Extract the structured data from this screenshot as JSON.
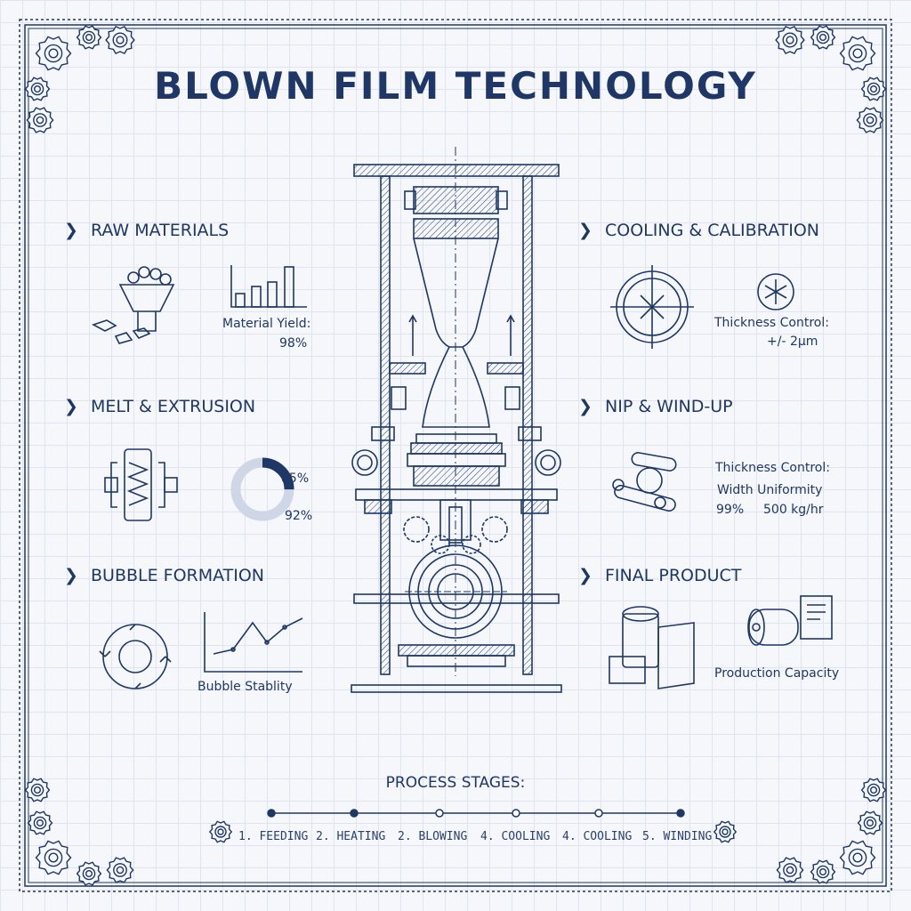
{
  "title": "BLOWN FILM TECHNOLOGY",
  "colors": {
    "ink": "#1e3767",
    "background": "#f5f7fb",
    "grid": "#dfe5ef"
  },
  "sections": {
    "raw_materials": {
      "heading": "RAW MATERIALS",
      "metric_label": "Material Yield:",
      "metric_value": "98%",
      "icons": [
        "hopper-icon",
        "bar-chart-icon"
      ]
    },
    "melt_extrusion": {
      "heading": "MELT & EXTRUSION",
      "donut_values": [
        "85%",
        "92%"
      ],
      "donut_fill": 0.85,
      "icons": [
        "extruder-screw-icon",
        "donut-chart-icon"
      ]
    },
    "bubble_formation": {
      "heading": "BUBBLE FORMATION",
      "metric_label": "Bubble Stablity",
      "icons": [
        "rotation-circle-icon",
        "line-chart-icon"
      ]
    },
    "cooling_calibration": {
      "heading": "COOLING & CALIBRATION",
      "metric_label": "Thickness Control:",
      "metric_value": "+/- 2µm",
      "icons": [
        "snowflake-crosshair-icon",
        "snowflake-icon"
      ]
    },
    "nip_windup": {
      "heading": "NIP & WIND-UP",
      "metric_label": "Thickness Control:",
      "metric_label2": "Width Uniformity",
      "metric_value": "99%",
      "metric_value2": "500 kg/hr",
      "icons": [
        "roller-assembly-icon"
      ]
    },
    "final_product": {
      "heading": "FINAL PRODUCT",
      "metric_label": "Production Capacity",
      "icons": [
        "film-roll-icon",
        "film-roll-label-icon"
      ]
    }
  },
  "process": {
    "heading": "PROCESS STAGES:",
    "stages": [
      {
        "label": "1. FEEDING",
        "done": true
      },
      {
        "label": "2. HEATING",
        "done": true
      },
      {
        "label": "2. BLOWING",
        "done": false
      },
      {
        "label": "4. COOLING",
        "done": false
      },
      {
        "label": "4. COOLING",
        "done": false
      },
      {
        "label": "5. WINDING",
        "done": true
      }
    ]
  }
}
